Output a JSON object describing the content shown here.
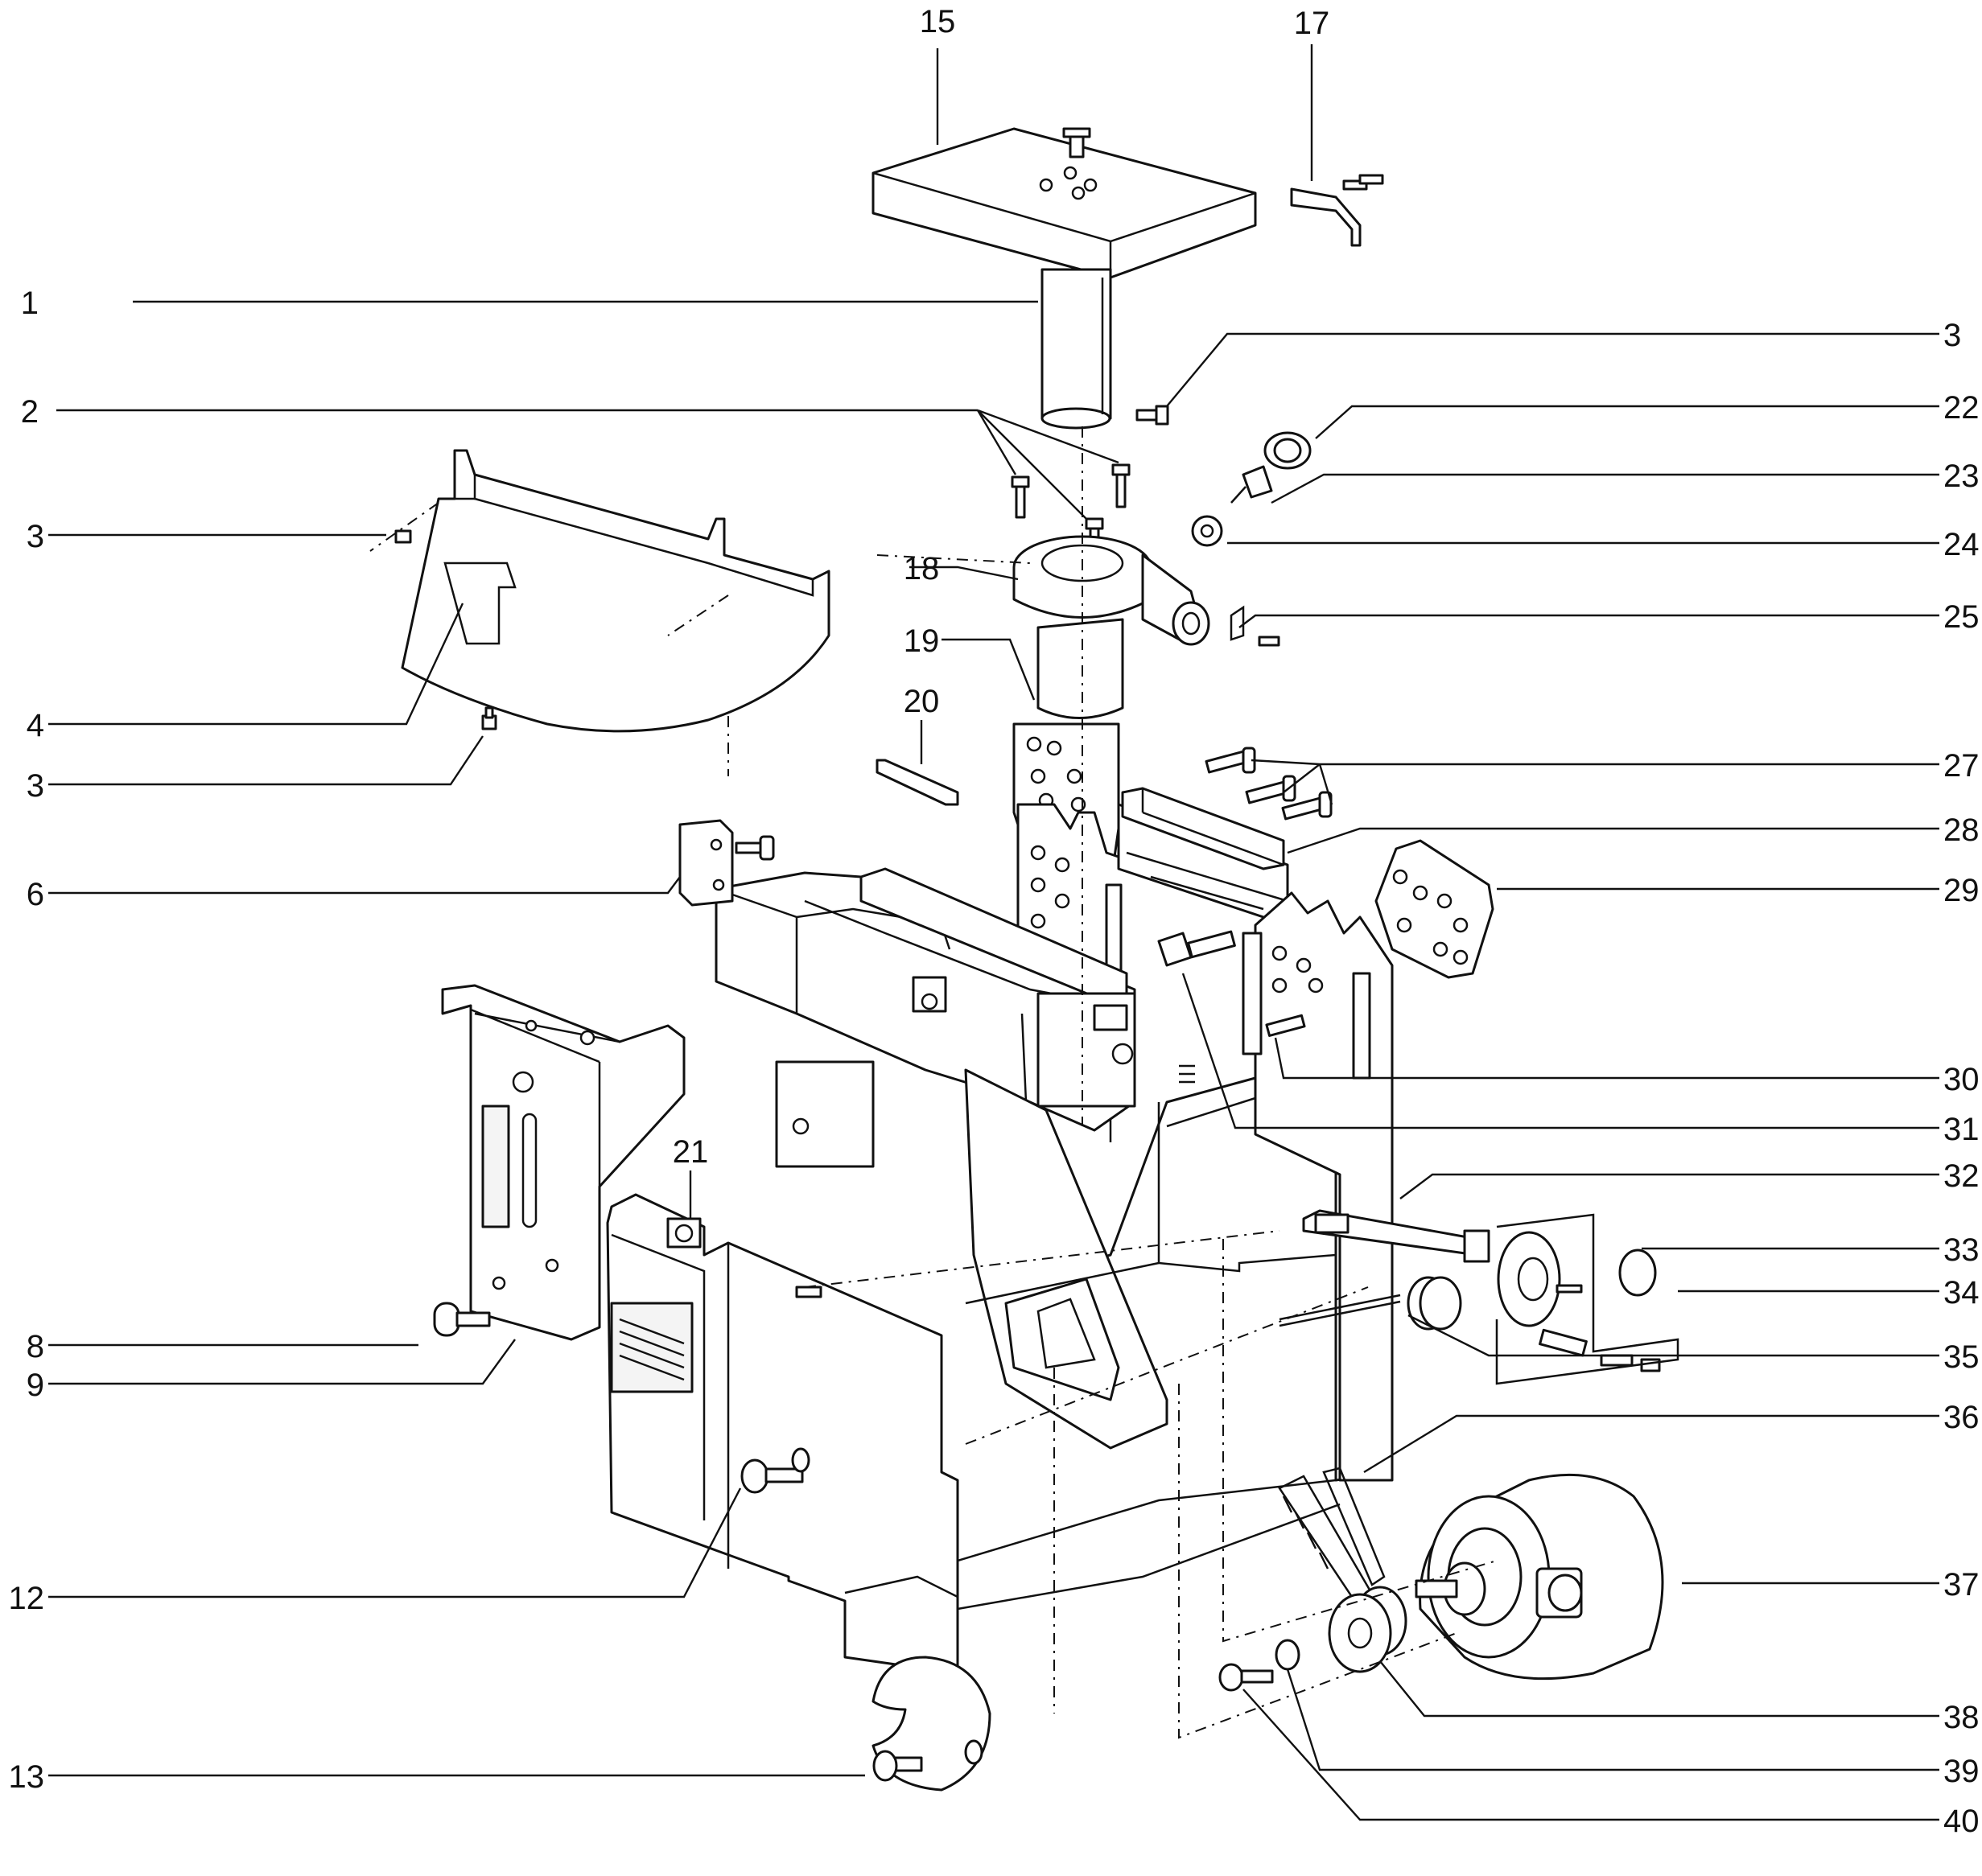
{
  "callouts": {
    "c1": "1",
    "c2": "2",
    "c3a": "3",
    "c3b": "3",
    "c3c": "3",
    "c4": "4",
    "c6": "6",
    "c8": "8",
    "c9": "9",
    "c12": "12",
    "c13": "13",
    "c15": "15",
    "c17": "17",
    "c18": "18",
    "c19": "19",
    "c20": "20",
    "c21": "21",
    "c22": "22",
    "c23": "23",
    "c24": "24",
    "c25": "25",
    "c27": "27",
    "c28": "28",
    "c29": "29",
    "c30": "30",
    "c31": "31",
    "c32": "32",
    "c33": "33",
    "c34": "34",
    "c35": "35",
    "c36": "36",
    "c37": "37",
    "c38": "38",
    "c39": "39",
    "c40": "40"
  },
  "colors": {
    "line": "#111111",
    "background": "#ffffff"
  }
}
